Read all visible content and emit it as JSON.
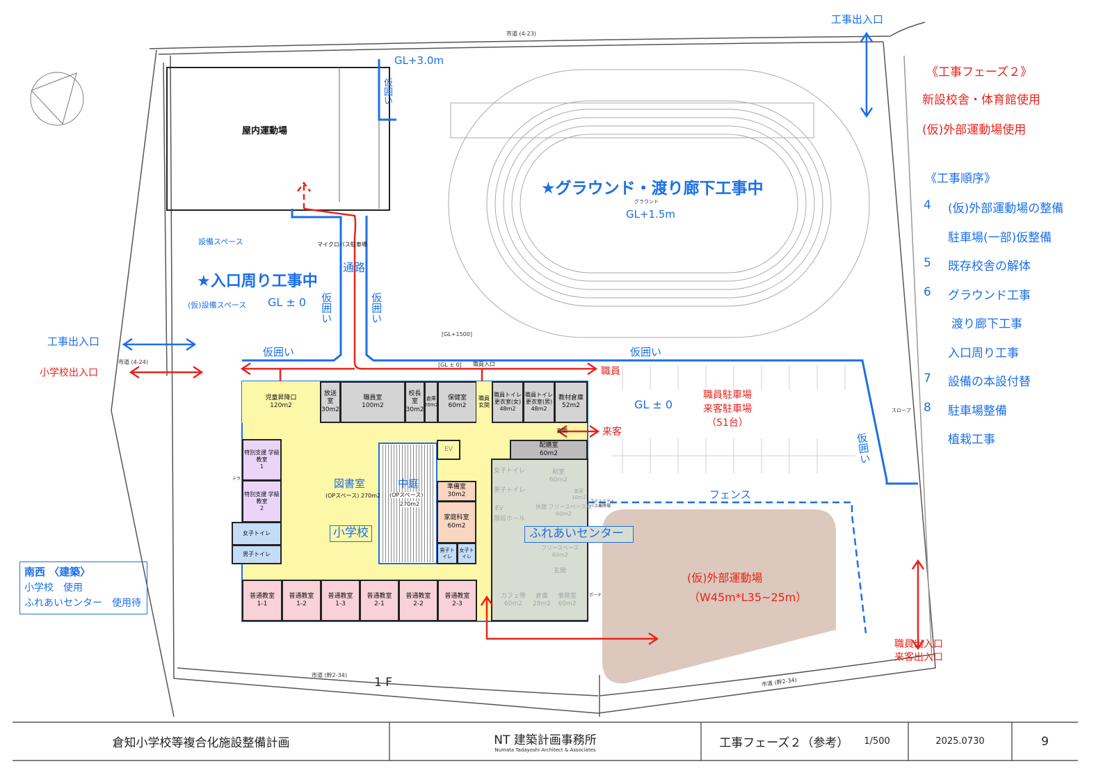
{
  "site": {
    "road_top": "市道 (4-23)",
    "road_left": "市道 (4-24)",
    "road_bottom_left": "市道 (幹2-34)",
    "road_bottom_right": "市道 (幹2-34)",
    "floor_label": "1 F",
    "gym": "屋内運動場",
    "ground_small": "グラウンド",
    "gl_1500": "[GL+1500]",
    "gl_0": "[GL ± 0]",
    "staff_entrance_small": "職員入口",
    "slope": "スロープ",
    "microbus": "マイクロバス駐車場",
    "terrace": "テラス",
    "porch": "ポーチ",
    "community_bus": "コミュニティバス乗降場"
  },
  "annotations": {
    "gl_plus_3": "GL+3.0m",
    "ground_works": "★グラウンド・渡り廊下工事中",
    "gl_plus_15": "GL+1.5m",
    "entrance_works": "★入口周り工事中",
    "equipment_space": "設備スペース",
    "temp_equipment_space": "(仮)設備スペース",
    "gl_0_entrance": "GL ± 0",
    "passage": "通路",
    "temp_fence_1": "仮囲い",
    "temp_fence_2": "仮囲い",
    "temp_fence_3": "仮囲い",
    "temp_fence_4": "仮囲い",
    "temp_fence_5": "仮囲い",
    "construction_gate_left": "工事出入口",
    "construction_gate_top": "工事出入口",
    "school_gate": "小学校出入口",
    "staff": "職員",
    "visitor": "来客",
    "parking_gl": "GL ± 0",
    "parking_1": "職員駐車場",
    "parking_2": "来客駐車場",
    "parking_3": "（51台）",
    "fence": "フェンス",
    "outdoor_field_1": "(仮)外部運動場",
    "outdoor_field_2": "（W45m*L35~25m）",
    "staff_visitor_gate_1": "職員出入口",
    "staff_visitor_gate_2": "来客出入口",
    "school_label": "小学校",
    "fureai_label": "ふれあいセンター",
    "library": "図書室",
    "library_sub": "(OPスペース) 270m2",
    "courtyard": "中庭",
    "courtyard_sub": "(OPスペース)",
    "courtyard_area": "270m2"
  },
  "legend_box": {
    "title": "南西 〈建築〉",
    "line1": "小学校　使用",
    "line2": "ふれあいセンター　使用待"
  },
  "phase_panel": {
    "title": "《工事フェーズ２》",
    "line1": "新設校舎・体育館使用",
    "line2": "(仮)外部運動場使用",
    "order_title": "《工事順序》",
    "steps": [
      {
        "num": "4",
        "text": "(仮)外部運動場の整備"
      },
      {
        "num": "",
        "text": "駐車場(一部)仮整備"
      },
      {
        "num": "5",
        "text": "既存校舎の解体"
      },
      {
        "num": "6",
        "text": "グラウンド工事"
      },
      {
        "num": "",
        "text": "渡り廊下工事"
      },
      {
        "num": "",
        "text": "入口周り工事"
      },
      {
        "num": "7",
        "text": "設備の本設付替"
      },
      {
        "num": "8",
        "text": "駐車場整備"
      },
      {
        "num": "",
        "text": "植栽工事"
      }
    ]
  },
  "rooms": [
    {
      "name": "児童昇降口",
      "area": "120m2"
    },
    {
      "name": "放送室",
      "area": "30m2"
    },
    {
      "name": "職員室",
      "area": "100m2"
    },
    {
      "name": "校長室",
      "area": "30m2"
    },
    {
      "name": "倉庫",
      "area": "20m2"
    },
    {
      "name": "保健室",
      "area": "60m2"
    },
    {
      "name": "職員玄関",
      "area": ""
    },
    {
      "name": "職員トイレ 更衣室(女)",
      "area": "48m2"
    },
    {
      "name": "職員トイレ 更衣室(男)",
      "area": "48m2"
    },
    {
      "name": "教材倉庫",
      "area": "52m2"
    },
    {
      "name": "配膳室",
      "area": "60m2"
    },
    {
      "name": "特別支援 学級教室",
      "area": "1"
    },
    {
      "name": "特別支援 学級教室",
      "area": "2"
    },
    {
      "name": "女子トイレ",
      "area": ""
    },
    {
      "name": "男子トイレ",
      "area": ""
    },
    {
      "name": "EV",
      "area": ""
    },
    {
      "name": "準備室",
      "area": "30m2"
    },
    {
      "name": "家庭科室",
      "area": "60m2"
    },
    {
      "name": "男子トイレ",
      "area": ""
    },
    {
      "name": "女子トイレ",
      "area": ""
    },
    {
      "name": "普通教室",
      "area": "1-1"
    },
    {
      "name": "普通教室",
      "area": "1-2"
    },
    {
      "name": "普通教室",
      "area": "1-3"
    },
    {
      "name": "普通教室",
      "area": "2-1"
    },
    {
      "name": "普通教室",
      "area": "2-2"
    },
    {
      "name": "普通教室",
      "area": "2-3"
    },
    {
      "name": "玄関",
      "area": ""
    }
  ],
  "fureai_rooms": [
    {
      "name": "女子トイレ",
      "area": ""
    },
    {
      "name": "男子トイレ",
      "area": ""
    },
    {
      "name": "EV",
      "area": ""
    },
    {
      "name": "階段ホール",
      "area": ""
    },
    {
      "name": "和室",
      "area": "60m2"
    },
    {
      "name": "茶室",
      "area": "10m2"
    },
    {
      "name": "休憩 フリースペース室",
      "area": "60m2"
    },
    {
      "name": "フリースペース",
      "area": "60m2"
    },
    {
      "name": "玄関",
      "area": ""
    },
    {
      "name": "カフェ等",
      "area": "60m2"
    },
    {
      "name": "倉庫",
      "area": "28m2"
    },
    {
      "name": "事務室",
      "area": "60m2"
    }
  ],
  "title_block": {
    "project": "倉知小学校等複合化施設整備計画",
    "firm": "NT 建築計画事務所",
    "firm_en": "Numata Tadayoshi Architect & Associates",
    "sheet": "工事フェーズ２（参考）",
    "scale": "1/500",
    "date": "2025.0730",
    "page": "9"
  },
  "colors": {
    "blue": "#1a6fe8",
    "red": "#e8231a",
    "field": "#dcc8bc",
    "school": "#fdf8a8",
    "fureai": "#d8ddd2"
  }
}
